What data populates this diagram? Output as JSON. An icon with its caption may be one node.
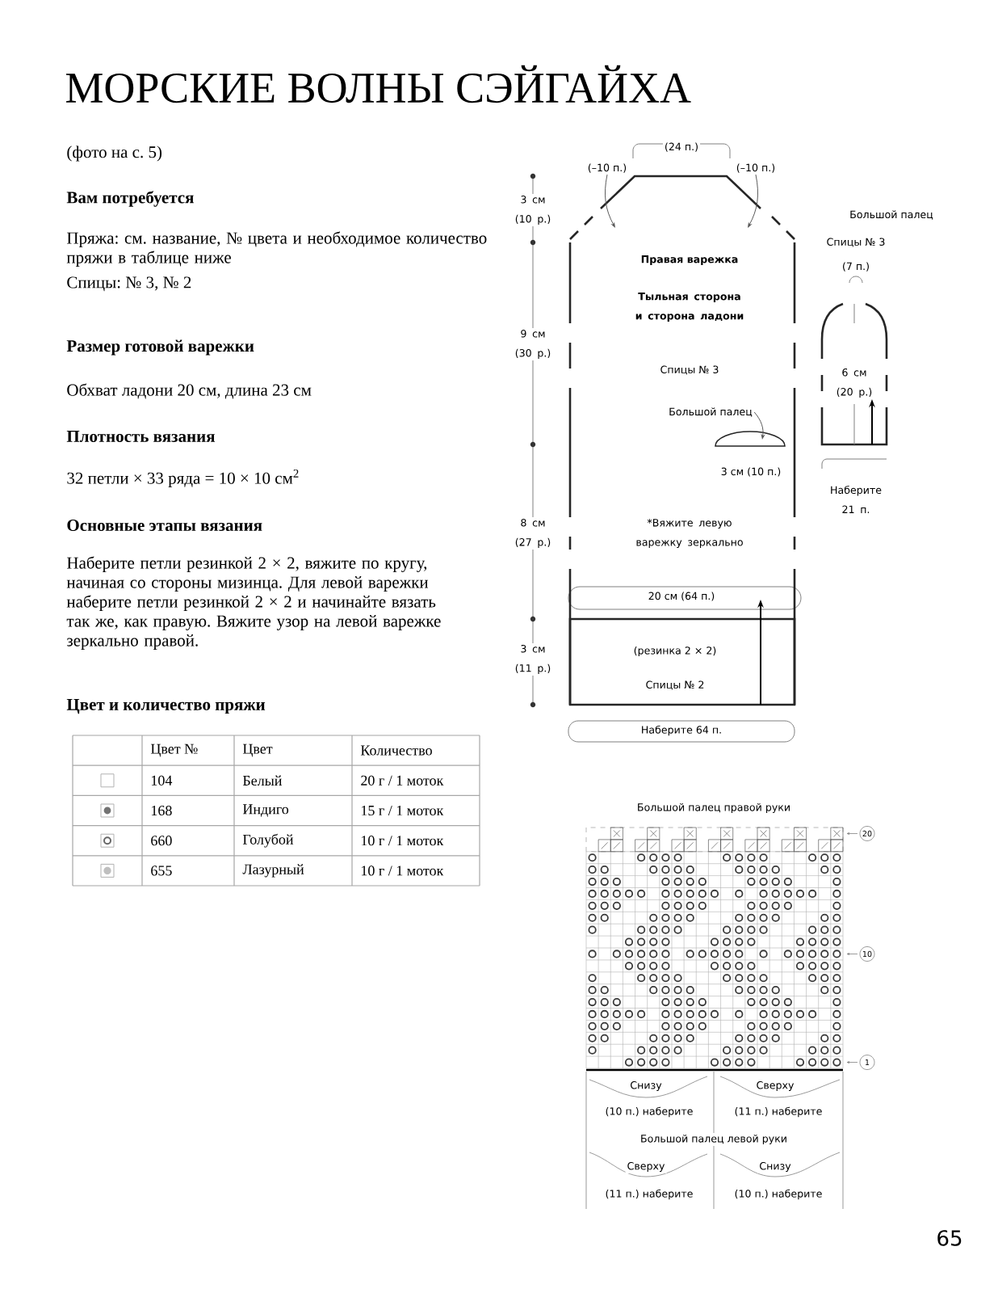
{
  "diagram": {
    "title": "МОРСКИЕ ВОЛНЫ СЭЙГАЙХА",
    "nodes": [
      {
        "text": [
          "Правая варежка",
          "Тыльная сторона и сторона ладони",
          "Спицы № 3",
          "*Вяжите левую варежку зеркально"
        ]
      },
      {
        "text": [
          "(резинка 2 × 2)",
          "Спицы № 2"
        ],
        "in": 0
      },
      {
        "text": [
          "6 см (20 р.)"
        ]
      },
      {
        "text": [
          "(–10 п.)"
        ]
      },
      {
        "text": [
          "(–10 п.)"
        ]
      },
      {
        "text": [
          "Большой палец"
        ],
        "in": 0
      }
    ],
    "edges": [
      {
        "from": 3,
        "to": null,
        "arrow": "to"
      },
      {
        "from": 4,
        "to": null,
        "arrow": "to"
      },
      {
        "from": 5,
        "to": null,
        "arrow": "to"
      }
    ],
    "labels": [
      "(фото на с. 5)",
      "Вам потребуется",
      "Пряжа: см. название, № цвета и необходимое количество пряжи в таблице ниже",
      "Спицы: № 3, № 2",
      "Размер готовой варежки",
      "Обхват ладони 20 см, длина 23 см",
      "Плотность вязания",
      "32 петли × 33 ряда = 10 × 10 см$^{2}$",
      "Основные этапы вязания",
      "Наберите петли резинкой 2 × 2, вяжите по кругу, начиная со стороны мизинца. Для левой варежки наберите петли резинкой 2 × 2 и начинайте вязать так же, как правую. Вяжите узор на левой варежке зеркально правой.",
      "Цвет и количество пряжи",
      "Цвет №",
      "Цвет",
      "Количество",
      "104",
      "Белый",
      "20 г / 1 моток",
      "168",
      "Индиго",
      "15 г / 1 моток",
      "660",
      "Голубой",
      "10 г / 1 моток",
      "655",
      "Лазурный",
      "10 г / 1 моток",
      "(24 п.)",
      "3 см (10 р.)",
      "Большой палец",
      "Спицы № 3",
      "(7 п.)",
      "9 см (30 р.)",
      "3 см (10 п.)",
      "Наберите 21 п.",
      "8 см (27 р.)",
      "20 см (64 п.)",
      "3 см (11 р.)",
      "Наберите 64 п.",
      "Большой палец правой руки",
      "20",
      "10",
      "1",
      "Снизу",
      "Сверху",
      "(10 п.) наберите",
      "(11 п.) наберите",
      "Большой палец левой руки",
      "Сверху",
      "Снизу",
      "(11 п.) наберите",
      "(10 п.) наберите",
      "65"
    ]
  }
}
